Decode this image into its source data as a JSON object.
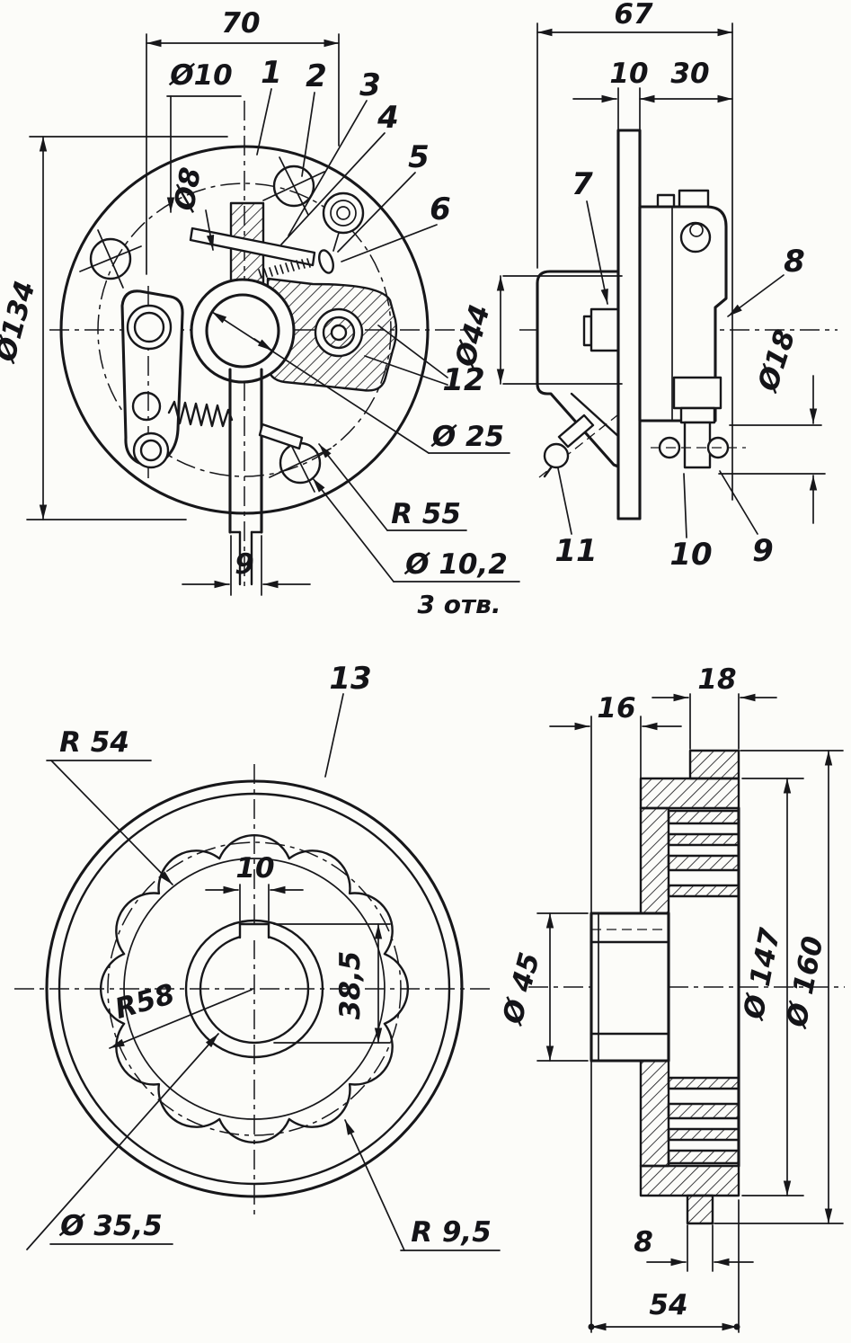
{
  "drawing": {
    "front_view": {
      "dim_width": "70",
      "dim_hole": "Ø10",
      "dim_pin": "Ø8",
      "dim_outer": "Ø134",
      "dim_stem": "9",
      "dim_bore": "Ø 25",
      "dim_cam_radius": "R 55",
      "dim_mount_hole": "Ø 10,2",
      "mount_hole_note": "3 отв.",
      "callout_1": "1",
      "callout_2": "2",
      "callout_3": "3",
      "callout_4": "4",
      "callout_5": "5",
      "callout_6": "6",
      "callout_12": "12"
    },
    "side_view": {
      "dim_depth": "67",
      "dim_plate": "10",
      "dim_offset": "30",
      "dim_hub": "Ø44",
      "dim_roller": "Ø18",
      "callout_7": "7",
      "callout_8": "8",
      "callout_9": "9",
      "callout_10": "10",
      "callout_11": "11"
    },
    "drum_front_view": {
      "dim_outer_radius": "R 54",
      "dim_keyway_width": "10",
      "dim_keyway_depth": "38,5",
      "dim_scallop_radius": "R58",
      "dim_bore": "Ø 35,5",
      "dim_lobe_radius": "R 9,5",
      "callout_13": "13"
    },
    "drum_section_view": {
      "dim_hub_boss": "16",
      "dim_rim_width": "18",
      "dim_hub_dia": "Ø 45",
      "dim_inner_dia": "Ø 147",
      "dim_outer_dia": "Ø 160",
      "dim_flange_thk": "8",
      "dim_hub_len": "54"
    }
  }
}
